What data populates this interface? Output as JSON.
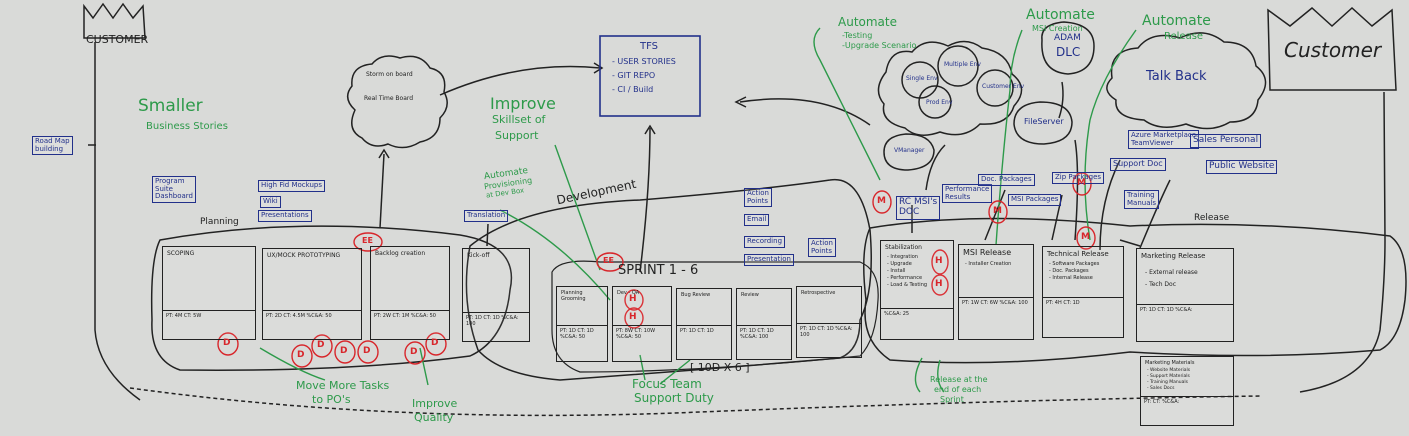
{
  "customers": {
    "left": "CUSTOMER",
    "right": "Customer"
  },
  "green_notes": {
    "smaller": "Smaller",
    "business_stories": "Business Stories",
    "improve": "Improve",
    "skillset": "Skillset of",
    "support": "Support",
    "automate_provisioning_1": "Automate",
    "automate_provisioning_2": "Provisioning",
    "automate_provisioning_3": "at Dev Box",
    "automate_testing_title": "Automate",
    "automate_testing_1": "-Testing",
    "automate_testing_2": "-Upgrade Scenario",
    "automate_msi_title": "Automate",
    "automate_msi_sub": "MSI Creation",
    "automate_release_title": "Automate",
    "automate_release_sub": "Release",
    "move_more_1": "Move More Tasks",
    "move_more_2": "to PO's",
    "improve_quality_1": "Improve",
    "improve_quality_2": "Quality",
    "focus_team_1": "Focus Team",
    "focus_team_2": "Support Duty",
    "release_end_1": "Release at the",
    "release_end_2": "end of each",
    "release_end_3": "Sprint"
  },
  "phase_labels": {
    "planning": "Planning",
    "development": "Development",
    "release": "Release"
  },
  "sprint_label": "SPRINT 1 - 6",
  "sprint_repeat": "[ 10D X 6 ]",
  "tfs": {
    "title": "TFS",
    "items": [
      "- USER STORIES",
      "- GIT REPO",
      "- CI / Build"
    ]
  },
  "clouds": {
    "storm": [
      "Storm on board",
      "Real Time Board"
    ],
    "envs": [
      "Single Env",
      "Multiple Env",
      "Customer Env",
      "Prod Env"
    ],
    "talk_back": "Talk Back"
  },
  "adam": [
    "ADAM",
    "DLC"
  ],
  "vm": "VManager",
  "sticky_notes": {
    "roadmap": [
      "Road Map",
      "building"
    ],
    "program_suite": [
      "Program",
      "Suite",
      "Dashboard"
    ],
    "high_fid": "High Fid Mockups",
    "wiki": "Wiki",
    "presentations": "Presentations",
    "translation": "Translation",
    "action_points": [
      "Action",
      "Points"
    ],
    "email": "Email",
    "recording": "Recording",
    "presentation": "Presentation",
    "action_points_2": [
      "Action",
      "Points"
    ],
    "rc_msi": [
      "RC MSI's",
      "DOC"
    ],
    "perf_results": [
      "Performance",
      "Results"
    ],
    "doc_packages": "Doc. Packages",
    "msi_packages": "MSI Packages",
    "zip_packages": "Zip Packages",
    "fileserver": "FileServer",
    "azure": [
      "Azure Marketplace",
      "TeamViewer"
    ],
    "sales_personal": "Sales Personal",
    "support_doc": "Support Doc",
    "public_website": "Public Website",
    "training": [
      "Training",
      "Manuals"
    ]
  },
  "planning_boxes": [
    {
      "title": "SCOPING",
      "metrics": "PT: 4M  CT: 5W"
    },
    {
      "title": "UX/MOCK PROTOTYPING",
      "metrics": "PT: 2D  CT: 4.5M  %C&A: 50"
    },
    {
      "title": "Backlog creation",
      "metrics": "PT: 2W  CT: 1M  %C&A: 50"
    },
    {
      "title": "Kick-off",
      "metrics": "PT: 1D  CT: 1D  %C&A: 100"
    }
  ],
  "sprint_boxes": [
    {
      "title": "Planning Grooming",
      "metrics": "PT: 1D  CT: 1D  %C&A: 50"
    },
    {
      "title": "Dev - QA",
      "metrics": "PT: 8W  CT: 10W  %C&A: 50"
    },
    {
      "title": "Bug Review",
      "metrics": "PT: 1D  CT: 1D"
    },
    {
      "title": "Review",
      "metrics": "PT: 1D  CT: 1D  %C&A: 100"
    },
    {
      "title": "Retrospective",
      "metrics": "PT: 1D  CT: 1D  %C&A: 100"
    }
  ],
  "release_boxes": [
    {
      "title": "Stabilization",
      "lines": [
        "- Integration",
        "- Upgrade",
        "- Install",
        "- Performance",
        "- Load & Testing"
      ],
      "metrics": "%C&A: 25"
    },
    {
      "title": "MSI Release",
      "lines": [
        "- Installer Creation"
      ],
      "metrics": "PT: 1W  CT: 6W  %C&A: 100"
    },
    {
      "title": "Technical Release",
      "lines": [
        "- Software Packages",
        "- Doc. Packages",
        "- Internal Release"
      ],
      "metrics": "PT: 4H  CT: 1D"
    },
    {
      "title": "Marketing Release",
      "lines": [
        "- External release",
        "- Tech Doc"
      ],
      "metrics": "PT: 1D  CT: 1D  %C&A:"
    },
    {
      "title": "Marketing Materials",
      "lines": [
        "- Website Materials",
        "- Support Materials",
        "- Training Manuals",
        "- Sales Docs"
      ],
      "metrics": "PT:  CT:  %C&A:"
    }
  ],
  "red_marks": {
    "ee": "EE",
    "d": "D",
    "m": "M",
    "h": "H"
  }
}
